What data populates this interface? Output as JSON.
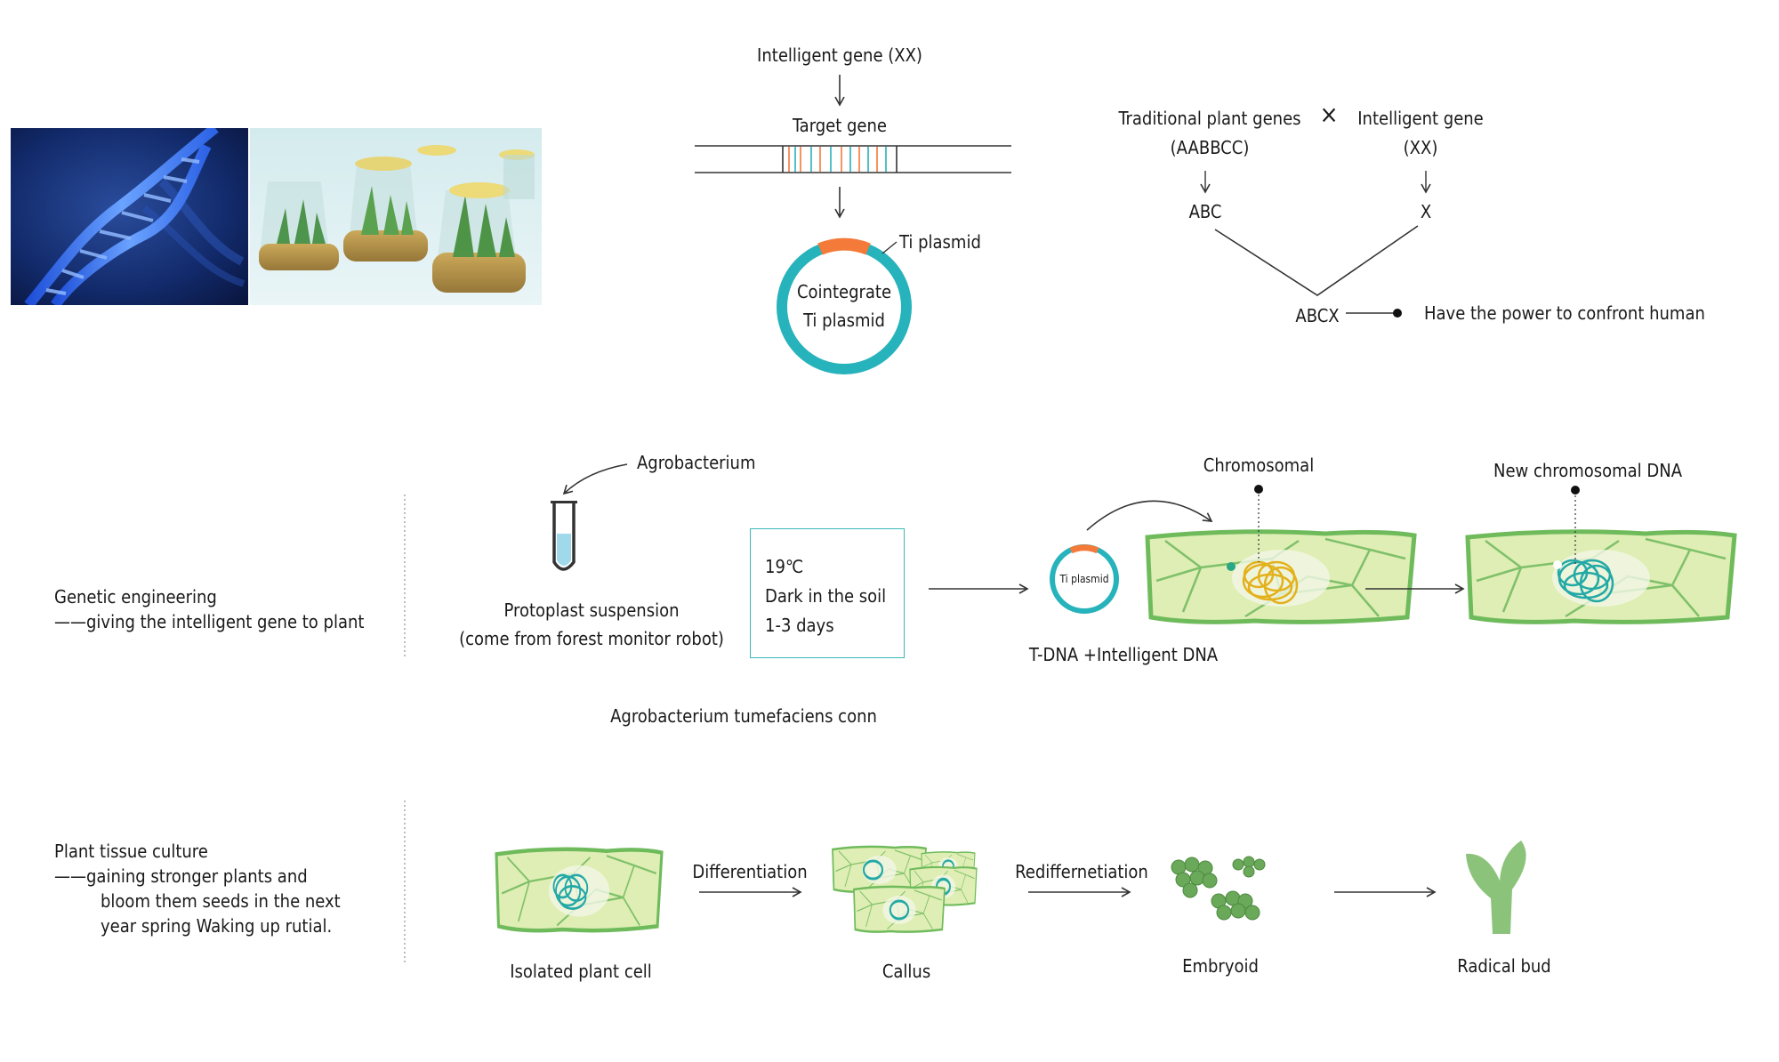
{
  "photos": {
    "dna": "dna-helix-photo",
    "plants": "tissue-culture-flasks-photo"
  },
  "colors": {
    "teal": "#27b3bb",
    "orange": "#f47a3a",
    "cell_fill": "#dfeeb4",
    "cell_stroke": "#6fbb5c",
    "chromosome_gold": "#e3b11c",
    "chromosome_teal": "#23a9a6",
    "embryoid_green": "#6aa85a",
    "bud_green": "#8cc37a"
  },
  "ti_plasmid_section": {
    "intelligent_gene": "Intelligent gene (XX)",
    "target_gene": "Target gene",
    "ti_plasmid_label": "Ti plasmid",
    "cointegrate_line1": "Cointegrate",
    "cointegrate_line2": "Ti plasmid"
  },
  "cross_section": {
    "traditional_genes": "Traditional plant genes",
    "traditional_code": "(AABBCC)",
    "cross_symbol": "×",
    "intelligent_gene": "Intelligent gene",
    "intelligent_code": "(XX)",
    "abc": "ABC",
    "x": "X",
    "abcx": "ABCX",
    "result": "Have the power to confront human"
  },
  "genetic_engineering": {
    "title": "Genetic engineering",
    "subtitle": "——giving the intelligent gene to plant",
    "agrobacterium": "Agrobacterium",
    "protoplast_line1": "Protoplast suspension",
    "protoplast_line2": "(come from forest monitor robot)",
    "condition_temp": "19℃",
    "condition_dark": "Dark in the soil",
    "condition_days": "1-3 days",
    "ti_plasmid_small": "Ti plasmid",
    "chromosomal": "Chromosomal",
    "tdna": "T-DNA +Intelligent DNA",
    "new_dna": "New chromosomal DNA",
    "caption": "Agrobacterium tumefaciens conn"
  },
  "tissue_culture": {
    "title": "Plant tissue culture",
    "desc_line1": "——gaining stronger plants and",
    "desc_line2": "bloom them seeds in the next",
    "desc_line3": "year spring Waking up rutial.",
    "differentiation": "Differentiation",
    "redifferentiation": "Rediffernetiation",
    "isolated_cell": "Isolated plant cell",
    "callus": "Callus",
    "embryoid": "Embryoid",
    "radical_bud": "Radical bud"
  }
}
